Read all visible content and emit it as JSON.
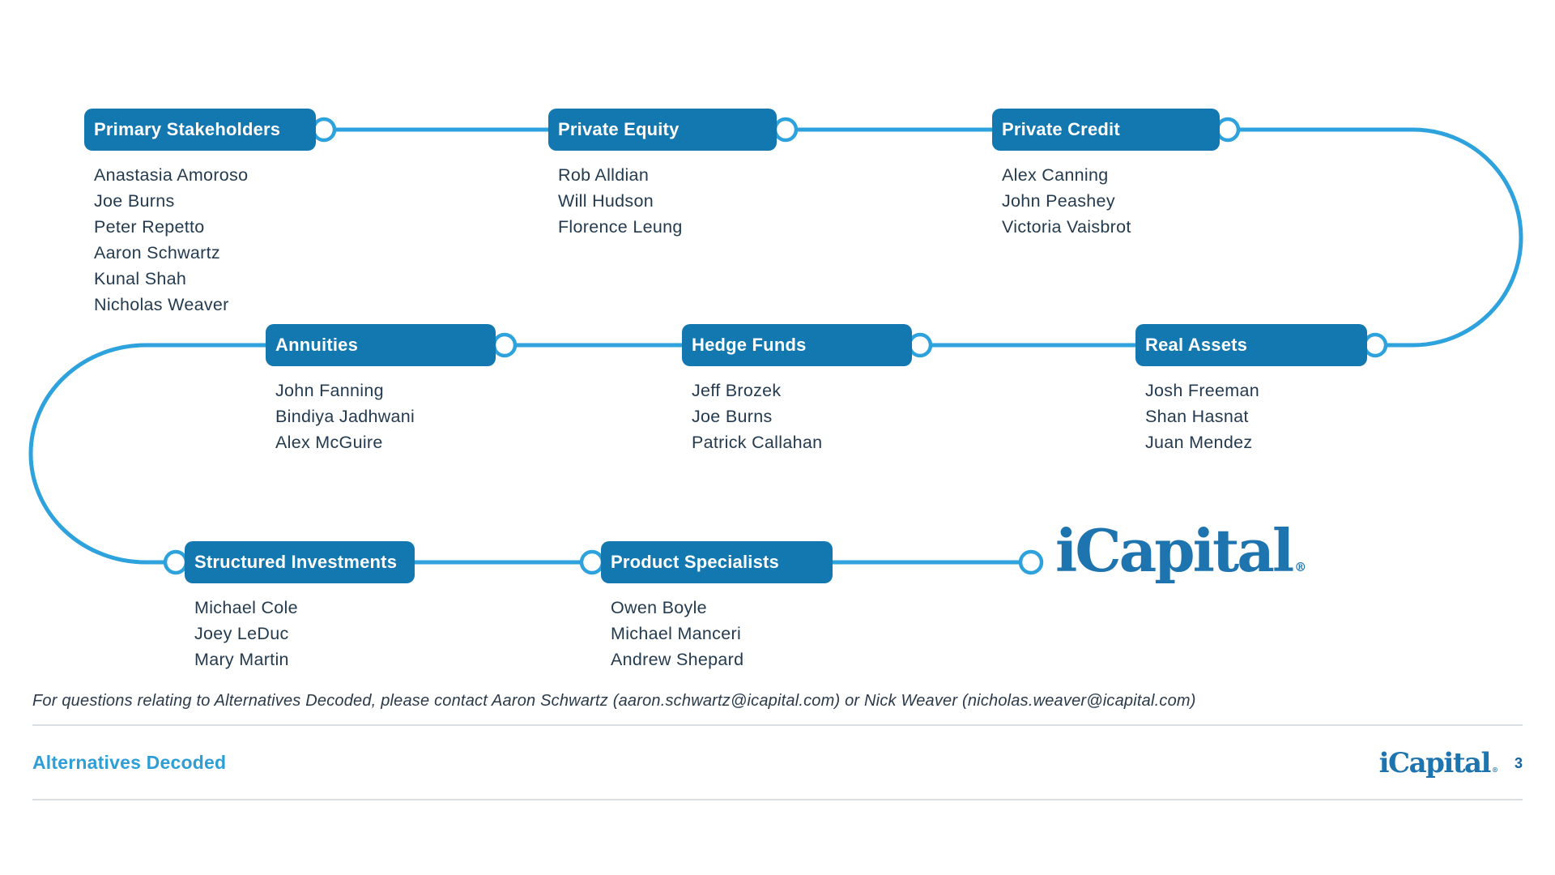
{
  "slide": {
    "groups": [
      {
        "title": "Primary Stakeholders",
        "names": [
          "Anastasia Amoroso",
          "Joe Burns",
          "Peter Repetto",
          "Aaron Schwartz",
          "Kunal Shah",
          "Nicholas Weaver"
        ]
      },
      {
        "title": "Private Equity",
        "names": [
          "Rob Alldian",
          "Will Hudson",
          "Florence Leung"
        ]
      },
      {
        "title": "Private Credit",
        "names": [
          "Alex Canning",
          "John Peashey",
          "Victoria Vaisbrot"
        ]
      },
      {
        "title": "Annuities",
        "names": [
          "John Fanning",
          "Bindiya Jadhwani",
          "Alex McGuire"
        ]
      },
      {
        "title": "Hedge Funds",
        "names": [
          "Jeff Brozek",
          "Joe Burns",
          "Patrick Callahan"
        ]
      },
      {
        "title": "Real Assets",
        "names": [
          "Josh Freeman",
          "Shan Hasnat",
          "Juan Mendez"
        ]
      },
      {
        "title": "Structured Investments",
        "names": [
          "Michael Cole",
          "Joey LeDuc",
          "Mary Martin"
        ]
      },
      {
        "title": "Product Specialists",
        "names": [
          "Owen Boyle",
          "Michael Manceri",
          "Andrew Shepard"
        ]
      }
    ],
    "logo": {
      "text": "iCapital",
      "mark": "®"
    },
    "note": "For questions relating to Alternatives Decoded, please contact Aaron Schwartz (aaron.schwartz@icapital.com) or Nick Weaver (nicholas.weaver@icapital.com)",
    "footer": {
      "label": "Alternatives Decoded",
      "logo": "iCapital",
      "mark": "®",
      "page": "3"
    }
  },
  "colors": {
    "box_blue": "#1377B0",
    "line_blue": "#2EA2DC",
    "text_navy": "#243B4F",
    "footer_blue": "#2E9FD6",
    "logo_blue": "#1E74AE"
  }
}
